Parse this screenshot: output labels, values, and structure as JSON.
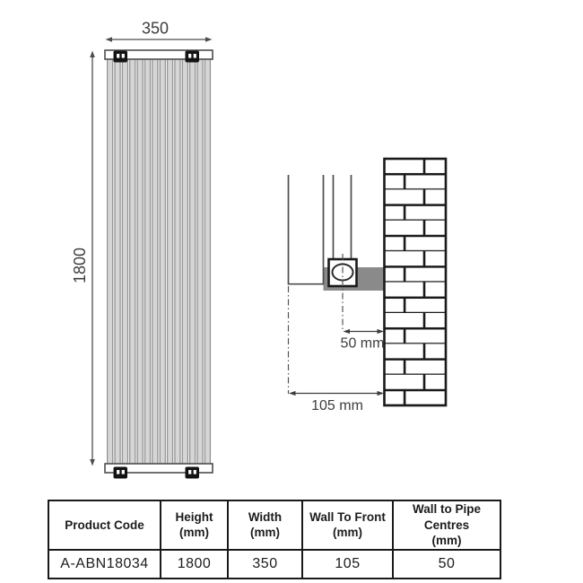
{
  "front_view": {
    "width_label": "350",
    "height_label": "1800"
  },
  "side_view": {
    "wall_to_pipe_centres_label": "50 mm",
    "wall_to_front_label": "105 mm"
  },
  "table": {
    "headers": [
      {
        "line1": "Product Code",
        "line2": ""
      },
      {
        "line1": "Height",
        "line2": "(mm)"
      },
      {
        "line1": "Width",
        "line2": "(mm)"
      },
      {
        "line1": "Wall To Front",
        "line2": "(mm)"
      },
      {
        "line1": "Wall to Pipe Centres",
        "line2": "(mm)"
      }
    ],
    "row": {
      "product_code": "A-ABN18034",
      "height": "1800",
      "width": "350",
      "wall_to_front": "105",
      "wall_to_pipe_centres": "50"
    }
  },
  "colors": {
    "line": "#4d4d4d",
    "dark_line": "#1a1a1a",
    "dimension_text": "#3d3d3d",
    "slat_fill": "#d6d6d6",
    "slat_edge": "#7a7a7a",
    "bracket_black": "#131313",
    "wall_bracket_gray": "#8a8a8a",
    "background": "#ffffff"
  }
}
